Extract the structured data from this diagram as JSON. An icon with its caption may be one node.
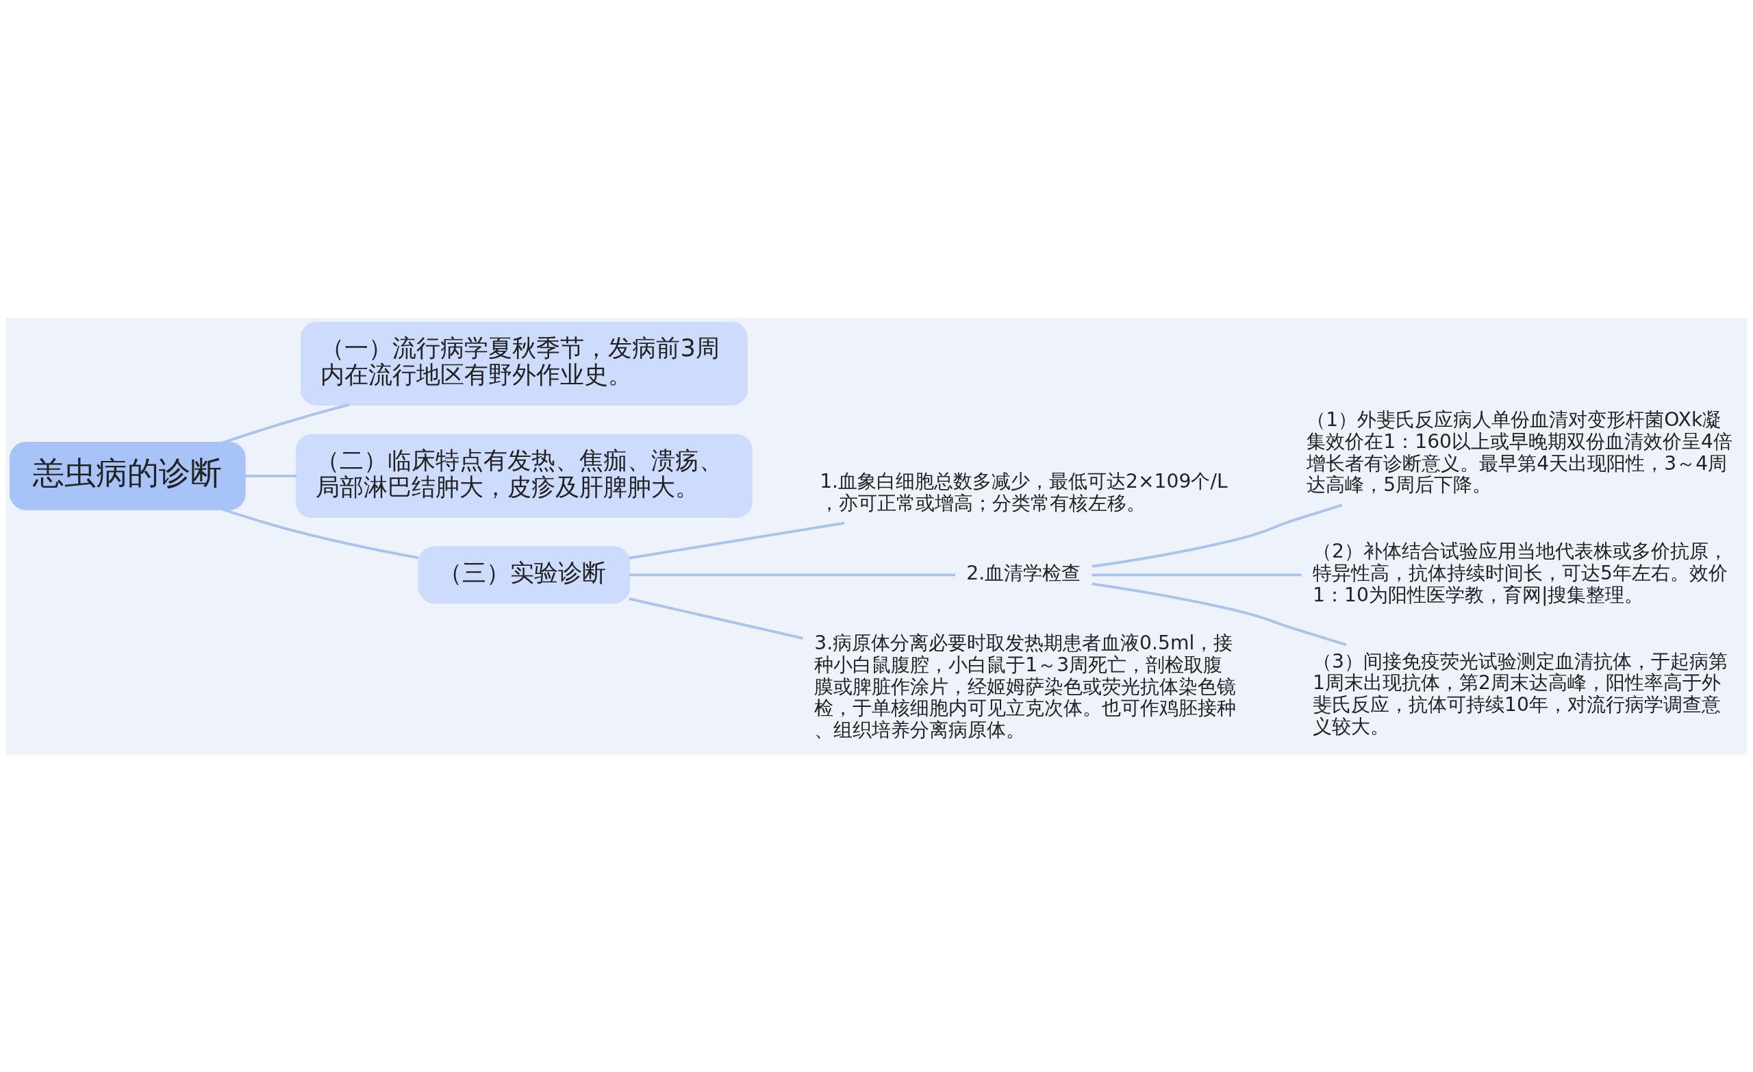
{
  "diagram": {
    "nodes": [
      {
        "text": [
          "恙虫病的诊断"
        ]
      },
      {
        "text": [
          "（一）流行病学夏秋季节，发病前3周内在流行地区有野外作业史。"
        ]
      },
      {
        "text": [
          "（二）临床特点有发热、焦痂、溃疡、局部淋巴结肿大，皮疹及肝脾肿大。"
        ]
      },
      {
        "text": [
          "（三）实验诊断"
        ]
      },
      {
        "text": [
          "1.血象白细胞总数多减少，最低可达2×109个/L，亦可正常或增高；分类常有核左移。"
        ]
      },
      {
        "text": [
          "2.血清学检查"
        ]
      },
      {
        "text": [
          "（1）外斐氏反应病人单份血清对变形杆菌OXk凝集效价在1：160以上或早晚期双份血清效价呈4倍增长者有诊断意义。最早第4天出现阳性，3～4周达高峰，5周后下降。"
        ]
      },
      {
        "text": [
          "（2）补体结合试验应用当地代表株或多价抗原，特异性高，抗体持续时间长，可达5年左右。效价1：10为阳性医学教，育网|搜集整理。"
        ]
      },
      {
        "text": [
          "（3）间接免疫荧光试验测定血清抗体，于起病第1周末出现抗体，第2周末达高峰，阳性率高于外斐氏反应，抗体可持续10年，对流行病学调查意义较大。"
        ]
      },
      {
        "text": [
          "3.病原体分离必要时取发热期患者血液0.5ml，接种小白鼠腹腔，小白鼠于1～3周死亡，剖检取腹膜或脾脏作涂片，经姬姆萨染色或荧光抗体染色镜检，于单核细胞内可见立克次体。也可作鸡胚接种、组织培养分离病原体。"
        ]
      }
    ],
    "edges": [
      {
        "from": 0,
        "to": 1,
        "arrow": "none"
      },
      {
        "from": 0,
        "to": 2,
        "arrow": "none"
      },
      {
        "from": 0,
        "to": 3,
        "arrow": "none"
      },
      {
        "from": 3,
        "to": 4,
        "arrow": "none"
      },
      {
        "from": 3,
        "to": 5,
        "arrow": "none"
      },
      {
        "from": 3,
        "to": 9,
        "arrow": "none"
      },
      {
        "from": 5,
        "to": 6,
        "arrow": "none"
      },
      {
        "from": 5,
        "to": 7,
        "arrow": "none"
      },
      {
        "from": 5,
        "to": 8,
        "arrow": "none"
      }
    ]
  }
}
